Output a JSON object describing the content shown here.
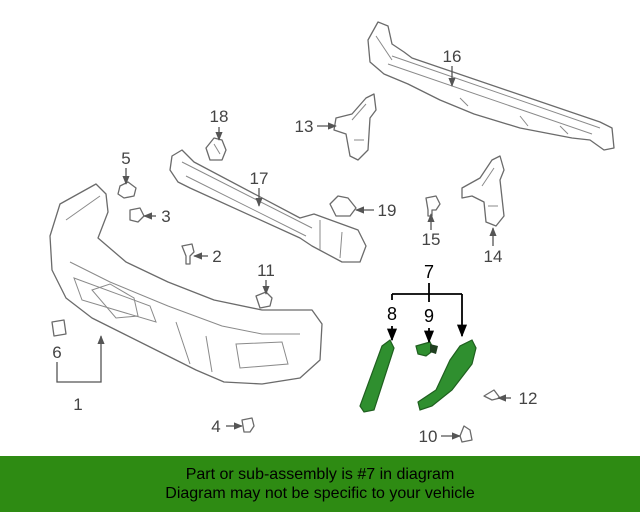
{
  "diagram": {
    "highlight_color": "#2e8b13",
    "callouts": {
      "c1": "1",
      "c2": "2",
      "c3": "3",
      "c4": "4",
      "c5": "5",
      "c6": "6",
      "c7": "7",
      "c8": "8",
      "c9": "9",
      "c10": "10",
      "c11": "11",
      "c12": "12",
      "c13": "13",
      "c14": "14",
      "c15": "15",
      "c16": "16",
      "c17": "17",
      "c18": "18",
      "c19": "19"
    }
  },
  "banner": {
    "line1": "Part or sub-assembly is #7 in diagram",
    "line2": "Diagram may not be specific to your vehicle",
    "background": "#2e8b13"
  }
}
